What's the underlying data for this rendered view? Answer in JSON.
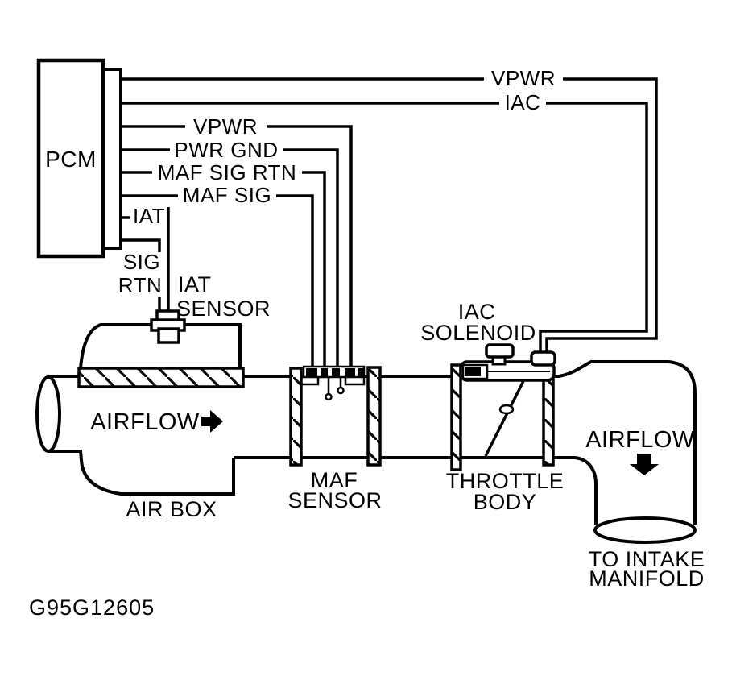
{
  "figure": {
    "code": "G95G12605"
  },
  "pcm": {
    "label": "PCM"
  },
  "wires": {
    "vpwr_main": "VPWR",
    "iac": "IAC",
    "vpwr_maf": "VPWR",
    "pwr_gnd": "PWR GND",
    "maf_sig_rtn": "MAF SIG RTN",
    "maf_sig": "MAF SIG",
    "iat": "IAT",
    "sig_rtn_line1": "SIG",
    "sig_rtn_line2": "RTN"
  },
  "labels": {
    "iat_sensor_line1": "IAT",
    "iat_sensor_line2": "SENSOR",
    "iac_solenoid_line1": "IAC",
    "iac_solenoid_line2": "SOLENOID",
    "maf_sensor_line1": "MAF",
    "maf_sensor_line2": "SENSOR",
    "throttle_body_line1": "THROTTLE",
    "throttle_body_line2": "BODY",
    "air_box": "AIR BOX",
    "airflow_left": "AIRFLOW",
    "airflow_right": "AIRFLOW",
    "to_intake_line1": "TO INTAKE",
    "to_intake_line2": "MANIFOLD"
  },
  "colors": {
    "line": "#000000",
    "background": "#ffffff"
  }
}
